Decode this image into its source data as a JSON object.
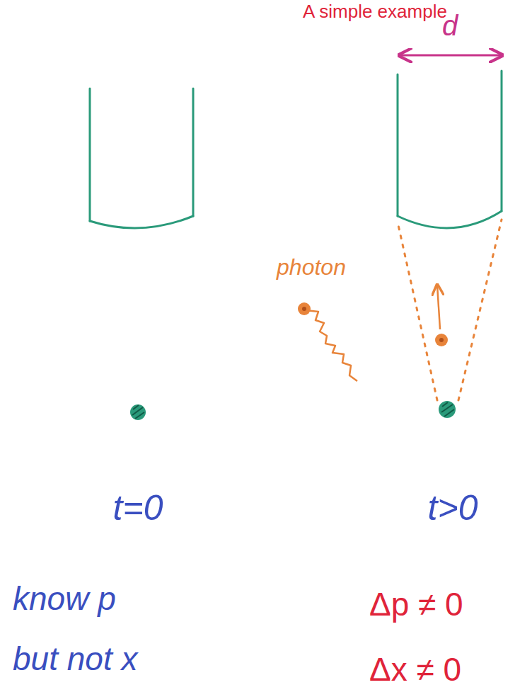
{
  "diagram": {
    "title": "A simple example",
    "labels": [
      "d",
      "photon",
      "t=0",
      "t>0",
      "know p",
      "but not x",
      "Δp ≠ 0",
      "Δx ≠ 0"
    ]
  }
}
